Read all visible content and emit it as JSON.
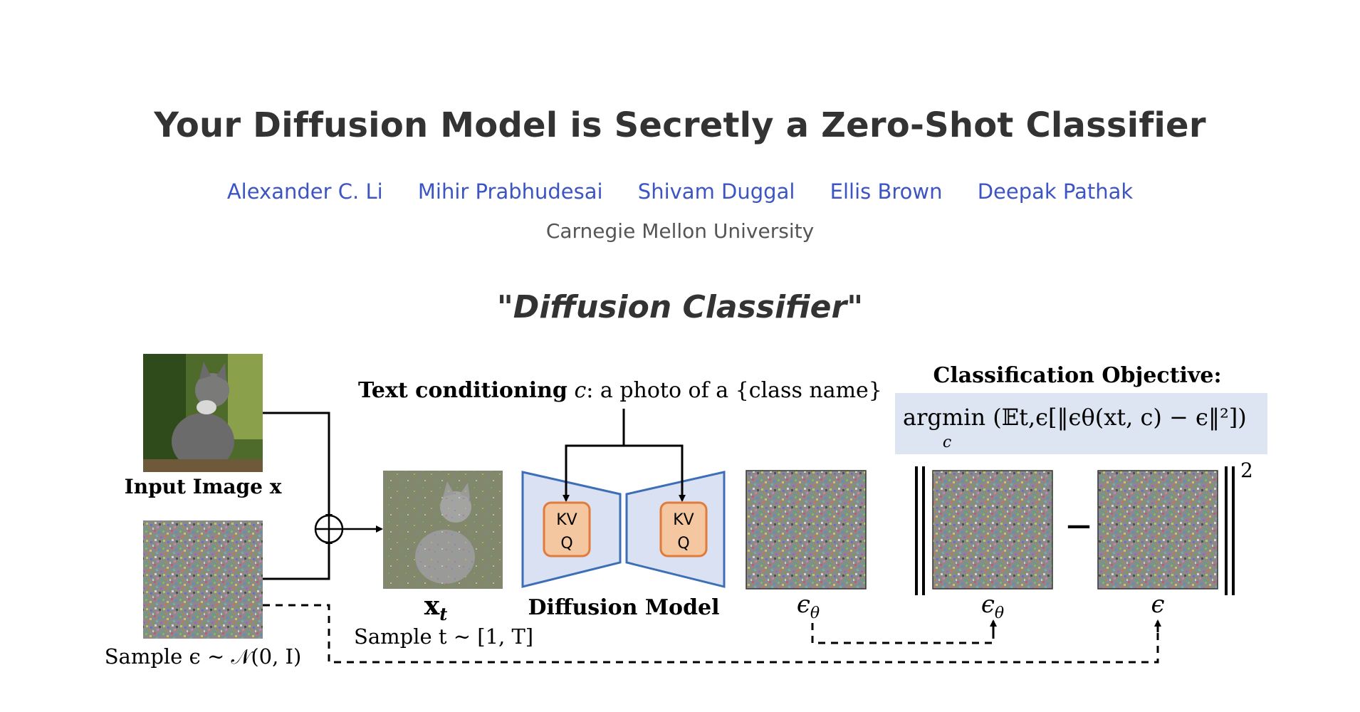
{
  "header": {
    "title": "Your Diffusion Model is Secretly a Zero-Shot Classifier",
    "authors": [
      "Alexander C. Li",
      "Mihir Prabhudesai",
      "Shivam Duggal",
      "Ellis Brown",
      "Deepak Pathak"
    ],
    "affiliation": "Carnegie Mellon University",
    "subtitle": "\"Diffusion Classifier\""
  },
  "diagram": {
    "input_image_label": "Input Image x",
    "noise_sample_label": "Sample ϵ ∼ 𝒩(0, I)",
    "xt_label": "x",
    "xt_subscript": "t",
    "t_sample_label": "Sample t ∼ [1, T]",
    "text_conditioning_bold": "Text conditioning",
    "text_conditioning_var": "c",
    "text_conditioning_rest": ": a photo of a {class name}",
    "attention_kv": "KV",
    "attention_q": "Q",
    "model_label": "Diffusion Model",
    "eps_theta_label": "ϵ",
    "eps_theta_subscript": "θ",
    "eps_label": "ϵ",
    "minus_sign": "—",
    "norm_power": "2",
    "objective_title": "Classification Objective:",
    "objective_formula": "argmin (𝔼t,ϵ[‖ϵθ(xt, c) − ϵ‖²])",
    "objective_sub": "c",
    "colors": {
      "unet_fill": "#d9e1f2",
      "unet_stroke": "#3c6fb6",
      "attn_fill": "#f4c7a1",
      "attn_stroke": "#e07b39",
      "objective_bg": "#dde4f2"
    }
  }
}
